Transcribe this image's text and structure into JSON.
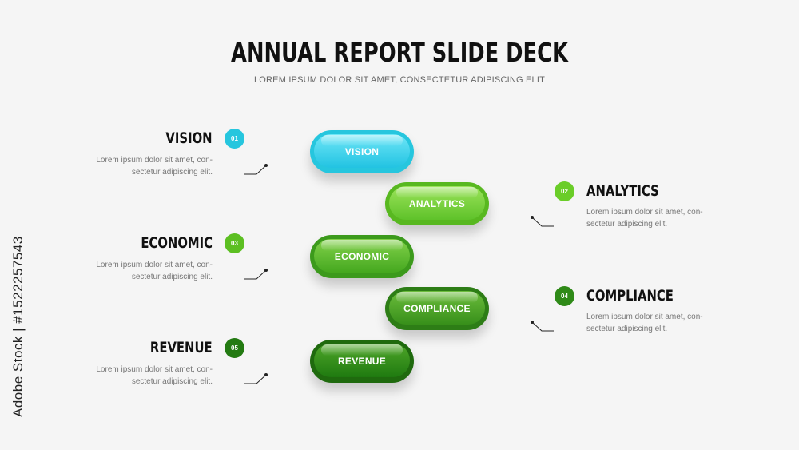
{
  "title": "ANNUAL REPORT SLIDE DECK",
  "subtitle": "LOREM IPSUM DOLOR SIT AMET, CONSECTETUR ADIPISCING ELIT",
  "credit": "Adobe Stock | #1522257543",
  "colors": {
    "cyan": "#26c6de",
    "lime": "#58b820",
    "green": "#3c9a1c",
    "dark_green": "#2d7d16",
    "darkest_green": "#1f6a0e"
  },
  "items": [
    {
      "number": "01",
      "heading": "VISION",
      "pill_label": "VISION",
      "description_line1": "Lorem ipsum dolor sit amet, con-",
      "description_line2": "sectetur adipiscing elit."
    },
    {
      "number": "02",
      "heading": "ANALYTICS",
      "pill_label": "ANALYTICS",
      "description_line1": "Lorem ipsum dolor sit amet, con-",
      "description_line2": "sectetur adipiscing elit."
    },
    {
      "number": "03",
      "heading": "ECONOMIC",
      "pill_label": "ECONOMIC",
      "description_line1": "Lorem ipsum dolor sit amet, con-",
      "description_line2": "sectetur adipiscing elit."
    },
    {
      "number": "04",
      "heading": "COMPLIANCE",
      "pill_label": "COMPLIANCE",
      "description_line1": "Lorem ipsum dolor sit amet, con-",
      "description_line2": "sectetur adipiscing elit."
    },
    {
      "number": "05",
      "heading": "REVENUE",
      "pill_label": "REVENUE",
      "description_line1": "Lorem ipsum dolor sit amet, con-",
      "description_line2": "sectetur adipiscing elit."
    }
  ]
}
